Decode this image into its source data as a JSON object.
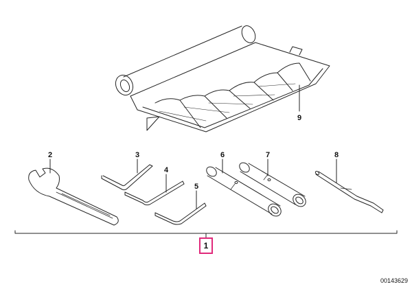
{
  "diagram": {
    "labels": {
      "tool_bag": "9",
      "wrench": "2",
      "hex_key_3": "3",
      "hex_key_4": "4",
      "hex_key_5": "5",
      "box_spanner_6": "6",
      "box_spanner_7": "7",
      "screwdriver": "8"
    },
    "assembly_callout": "1",
    "document_number": "00143629",
    "colors": {
      "line": "#222222",
      "callout_border": "#e0287a"
    }
  }
}
